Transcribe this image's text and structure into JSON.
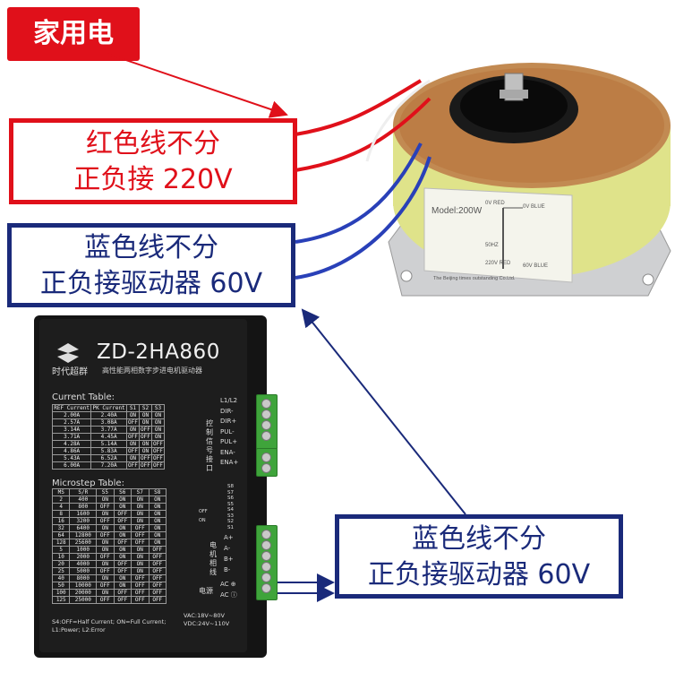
{
  "labels": {
    "home_power": "家用电",
    "red_box": {
      "line1": "红色线不分",
      "line2": "正负接 220V"
    },
    "blue_box_top": {
      "line1": "蓝色线不分",
      "line2": "正负接驱动器 60V"
    },
    "blue_box_bottom": {
      "line1": "蓝色线不分",
      "line2": "正负接驱动器 60V"
    }
  },
  "colors": {
    "red": "#e0101a",
    "navy": "#1a2a7a",
    "transformer_yellow": "#dfe38a"
  },
  "transformer": {
    "label_model": "Model:200W",
    "label_lines": [
      "0V  RED",
      "0V  BLUE",
      "50HZ",
      "220V  RED",
      "60V  BLUE"
    ],
    "label_maker": "The Beijing times outstanding Co.Ltd."
  },
  "driver": {
    "brand": "时代超群",
    "model": "ZD-2HA860",
    "description": "高性能两相数字步进电机驱动器",
    "current_table_title": "Current Table:",
    "current_table_headers": [
      "REF Current",
      "PK Current",
      "S1",
      "S2",
      "S3"
    ],
    "current_table_rows": [
      [
        "2.00A",
        "2.40A",
        "ON",
        "ON",
        "ON"
      ],
      [
        "2.57A",
        "3.08A",
        "OFF",
        "ON",
        "ON"
      ],
      [
        "3.14A",
        "3.77A",
        "ON",
        "OFF",
        "ON"
      ],
      [
        "3.71A",
        "4.45A",
        "OFF",
        "OFF",
        "ON"
      ],
      [
        "4.28A",
        "5.14A",
        "ON",
        "ON",
        "OFF"
      ],
      [
        "4.86A",
        "5.83A",
        "OFF",
        "ON",
        "OFF"
      ],
      [
        "5.43A",
        "6.52A",
        "ON",
        "OFF",
        "OFF"
      ],
      [
        "6.00A",
        "7.20A",
        "OFF",
        "OFF",
        "OFF"
      ]
    ],
    "microstep_table_title": "Microstep Table:",
    "microstep_table_headers": [
      "MS",
      "S/R",
      "S5",
      "S6",
      "S7",
      "S8"
    ],
    "microstep_table_rows": [
      [
        "2",
        "400",
        "ON",
        "ON",
        "ON",
        "ON"
      ],
      [
        "4",
        "800",
        "OFF",
        "ON",
        "ON",
        "ON"
      ],
      [
        "8",
        "1600",
        "ON",
        "OFF",
        "ON",
        "ON"
      ],
      [
        "16",
        "3200",
        "OFF",
        "OFF",
        "ON",
        "ON"
      ],
      [
        "32",
        "6400",
        "ON",
        "ON",
        "OFF",
        "ON"
      ],
      [
        "64",
        "12800",
        "OFF",
        "ON",
        "OFF",
        "ON"
      ],
      [
        "128",
        "25600",
        "ON",
        "OFF",
        "OFF",
        "ON"
      ],
      [
        "5",
        "1000",
        "ON",
        "ON",
        "ON",
        "OFF"
      ],
      [
        "10",
        "2000",
        "OFF",
        "ON",
        "ON",
        "OFF"
      ],
      [
        "20",
        "4000",
        "ON",
        "OFF",
        "ON",
        "OFF"
      ],
      [
        "25",
        "5000",
        "OFF",
        "OFF",
        "ON",
        "OFF"
      ],
      [
        "40",
        "8000",
        "ON",
        "ON",
        "OFF",
        "OFF"
      ],
      [
        "50",
        "10000",
        "OFF",
        "ON",
        "OFF",
        "OFF"
      ],
      [
        "100",
        "20000",
        "ON",
        "OFF",
        "OFF",
        "OFF"
      ],
      [
        "125",
        "25000",
        "OFF",
        "OFF",
        "OFF",
        "OFF"
      ]
    ],
    "footer_line1": "S4:OFF=Half Current; ON=Full Current;",
    "footer_line2": "L1:Power;  L2:Error",
    "vac": "VAC:18V~80V",
    "vdc": "VDC:24V~110V",
    "signal_header": "L1/L2",
    "signal_group_label": "控制信号接口",
    "signals": [
      "DIR-",
      "DIR+",
      "PUL-",
      "PUL+",
      "ENA-",
      "ENA+"
    ],
    "dip_labels": [
      "S8",
      "S7",
      "S6",
      "S5",
      "S4",
      "S3",
      "S2",
      "S1"
    ],
    "dip_off": "OFF",
    "dip_on": "ON",
    "motor_group_label": "电机相线",
    "motor_terminals": [
      "A+",
      "A-",
      "B+",
      "B-"
    ],
    "power_label": "电源",
    "ac_terminals": [
      "AC ⊕",
      "AC ⓘ"
    ]
  }
}
